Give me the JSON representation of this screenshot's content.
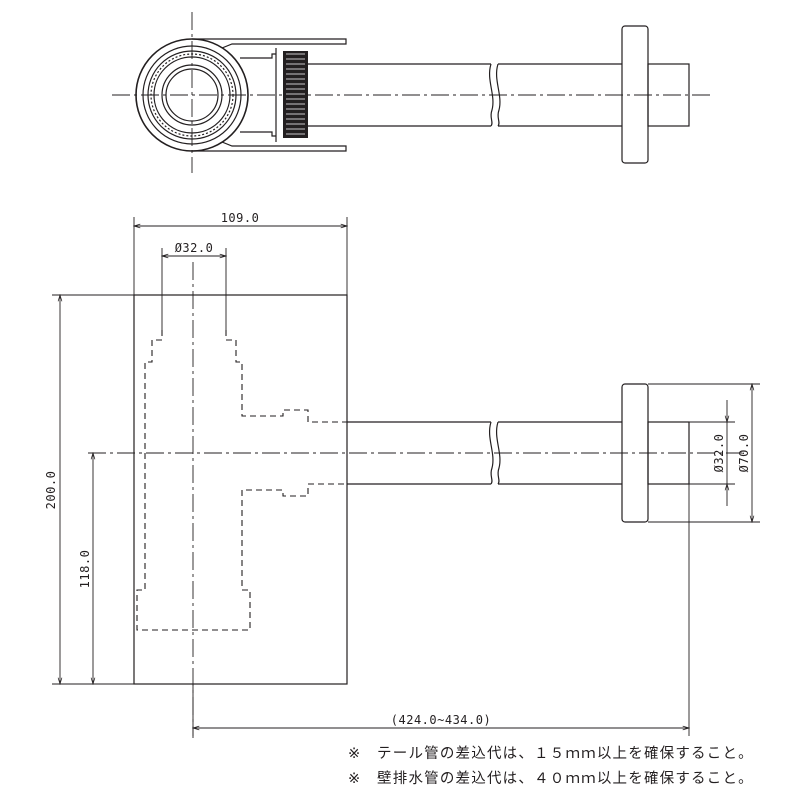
{
  "dimensions": {
    "width_total": "109.0",
    "inner_diameter": "Ø32.0",
    "height_total": "200.0",
    "center_height": "118.0",
    "pipe_diameter": "Ø32.0",
    "flange_diameter": "Ø70.0",
    "length_range": "(424.0~434.0)"
  },
  "notes": [
    "※　テール管の差込代は、１５ｍｍ以上を確保すること。",
    "※　壁排水管の差込代は、４０ｍｍ以上を確保すること。"
  ]
}
